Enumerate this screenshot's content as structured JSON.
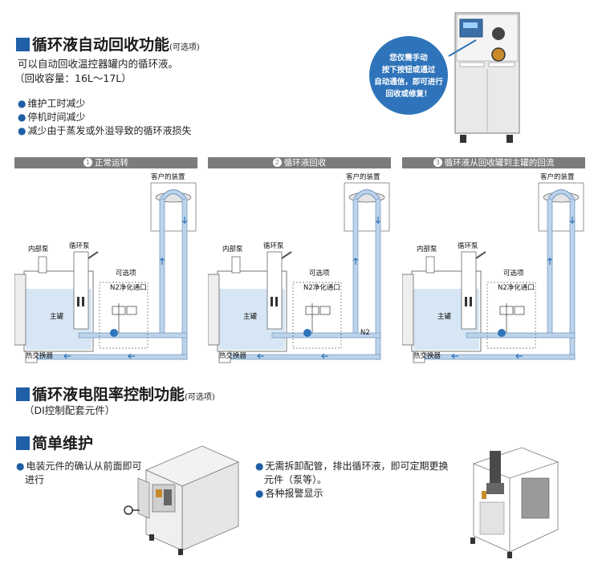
{
  "recovery": {
    "title": "循环液自动回收功能",
    "title_note": "(可选项)",
    "desc": "可以自动回收温控器罐内的循环液。",
    "capacity": "（回收容量：16L～17L）",
    "bullets": [
      "维护工时减少",
      "停机时间减少",
      "减少由于蒸发或外溢导致的循环液损失"
    ],
    "callout": [
      "您仅需手动",
      "按下按钮或通过",
      "自动通信，即可进行",
      "回收或修复！"
    ]
  },
  "diagrams": [
    {
      "num": "1",
      "title": "正常运转"
    },
    {
      "num": "2",
      "title": "循环液回收"
    },
    {
      "num": "3",
      "title": "循环液从回收罐到主罐的回流"
    }
  ],
  "diagram_labels": {
    "customer": "客户的装置",
    "internal_pump": "内部泵",
    "circ_pump": "循环泵",
    "optional": "可选项",
    "n2_port": "N2净化通口",
    "main_tank": "主罐",
    "heat_exchanger": "热交换器",
    "n2": "N2"
  },
  "resistivity": {
    "title": "循环液电阻率控制功能",
    "title_note": "(可选项)",
    "sub": "（DI控制配套元件）"
  },
  "maintenance": {
    "title": "简单维护",
    "bullet1_l1": "电装元件的确认从前面即可",
    "bullet1_l2": "进行",
    "bullet2_l1": "无需拆卸配管，排出循环液，即可定期更换",
    "bullet2_l2": "元件（泵等）。",
    "bullet3": "各种报警显示"
  },
  "colors": {
    "accent": "#1f5fa6",
    "banner": "#7c7c7c",
    "pipe": "#bcd3ea",
    "pipe_edge": "#6e95bf",
    "tank_fill": "#d7e6f4"
  }
}
